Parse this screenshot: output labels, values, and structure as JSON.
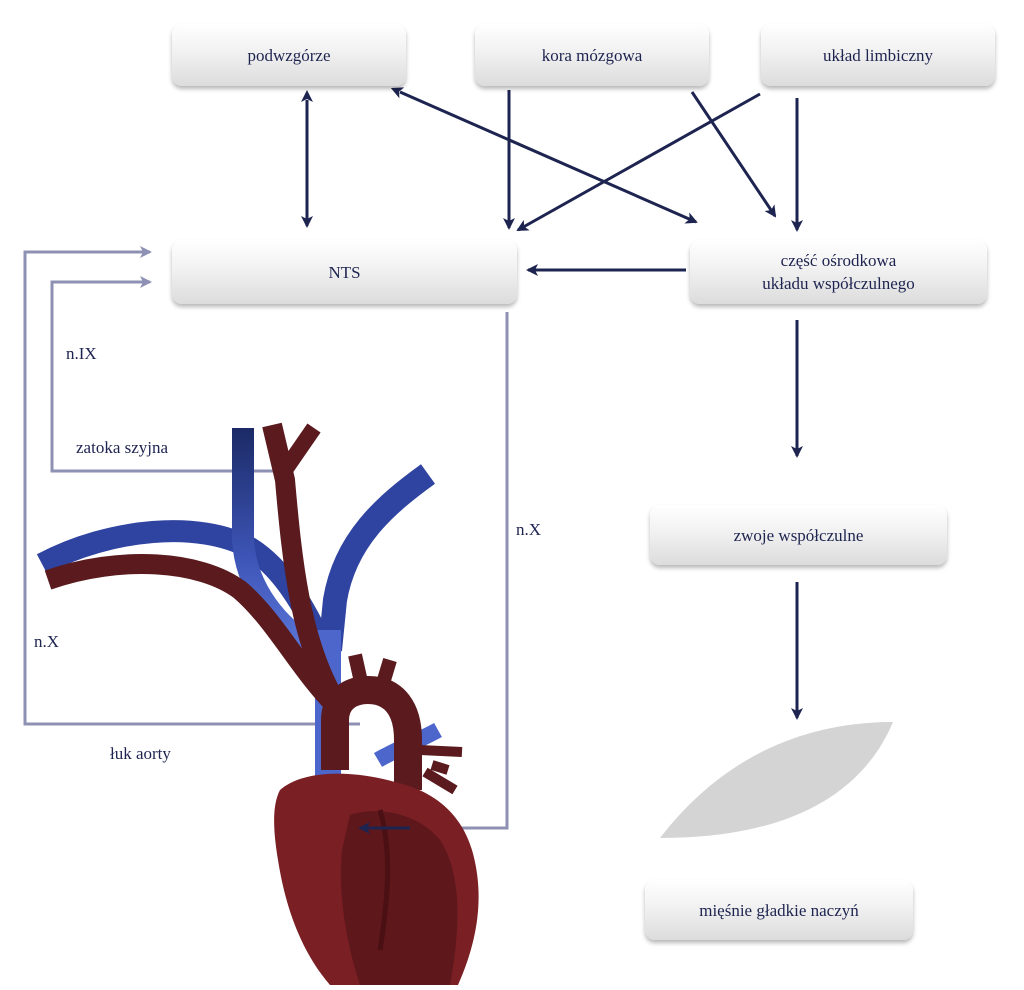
{
  "nodes": {
    "hypothalamus": "podwzgórze",
    "cortex": "kora mózgowa",
    "limbic": "układ limbiczny",
    "nts": "NTS",
    "sympathetic_center_line1": "część ośrodkowa",
    "sympathetic_center_line2": "układu współczulnego",
    "sympathetic_ganglia": "zwoje współczulne",
    "smooth_muscle": "mięśnie gładkie naczyń"
  },
  "labels": {
    "n_ix": "n.IX",
    "carotid_sinus": "zatoka szyjna",
    "n_x_left": "n.X",
    "n_x_right": "n.X",
    "aortic_arch": "łuk aorty"
  },
  "colors": {
    "arrow": "#1e2450",
    "nerve": "#8e91b3",
    "artery": "#5a1a1e",
    "vein": "#2a3a8a",
    "heart": "#7a1f24",
    "muscle": "#d4d4d4"
  }
}
